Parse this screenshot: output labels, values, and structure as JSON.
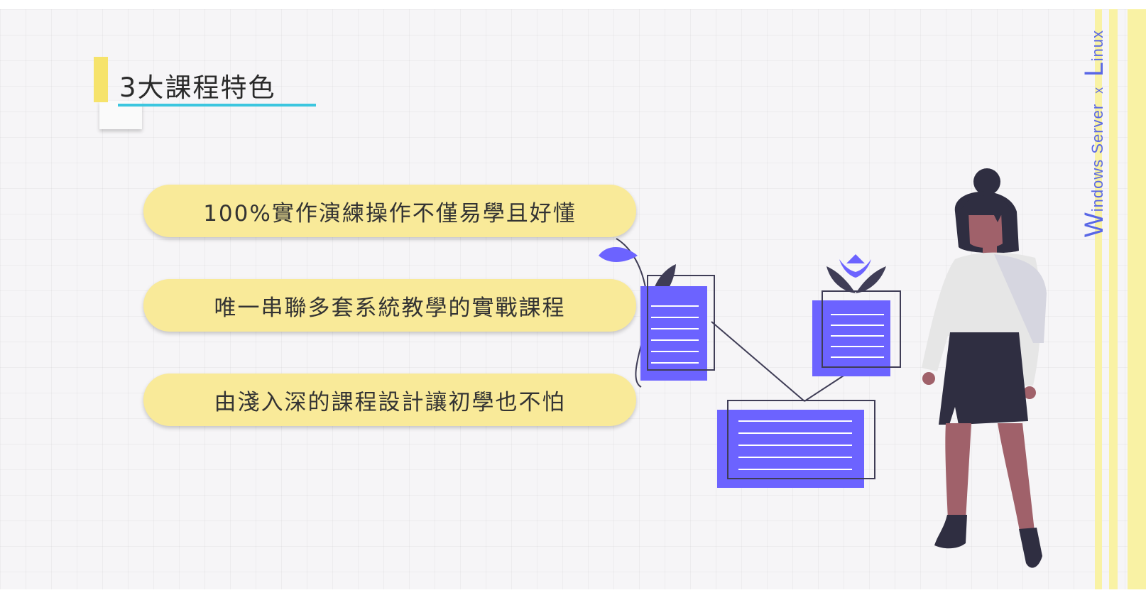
{
  "title": "3大課程特色",
  "features": [
    "100%實作演練操作不僅易學且好懂",
    "唯一串聯多套系統教學的實戰課程",
    "由淺入深的課程設計讓初學也不怕"
  ],
  "side_label": {
    "part1_initial": "W",
    "part1_rest": "indows Server",
    "separator": "x",
    "part2_initial": "L",
    "part2_rest": "inux"
  },
  "colors": {
    "accent_yellow": "#f6e36b",
    "pill_yellow": "#f9ea99",
    "underline_cyan": "#3cc6df",
    "illustration_purple": "#6c63ff",
    "side_text_blue": "#5967e6"
  },
  "icons": [
    "document-icon",
    "leaf-icon",
    "flower-icon",
    "person-illustration"
  ]
}
